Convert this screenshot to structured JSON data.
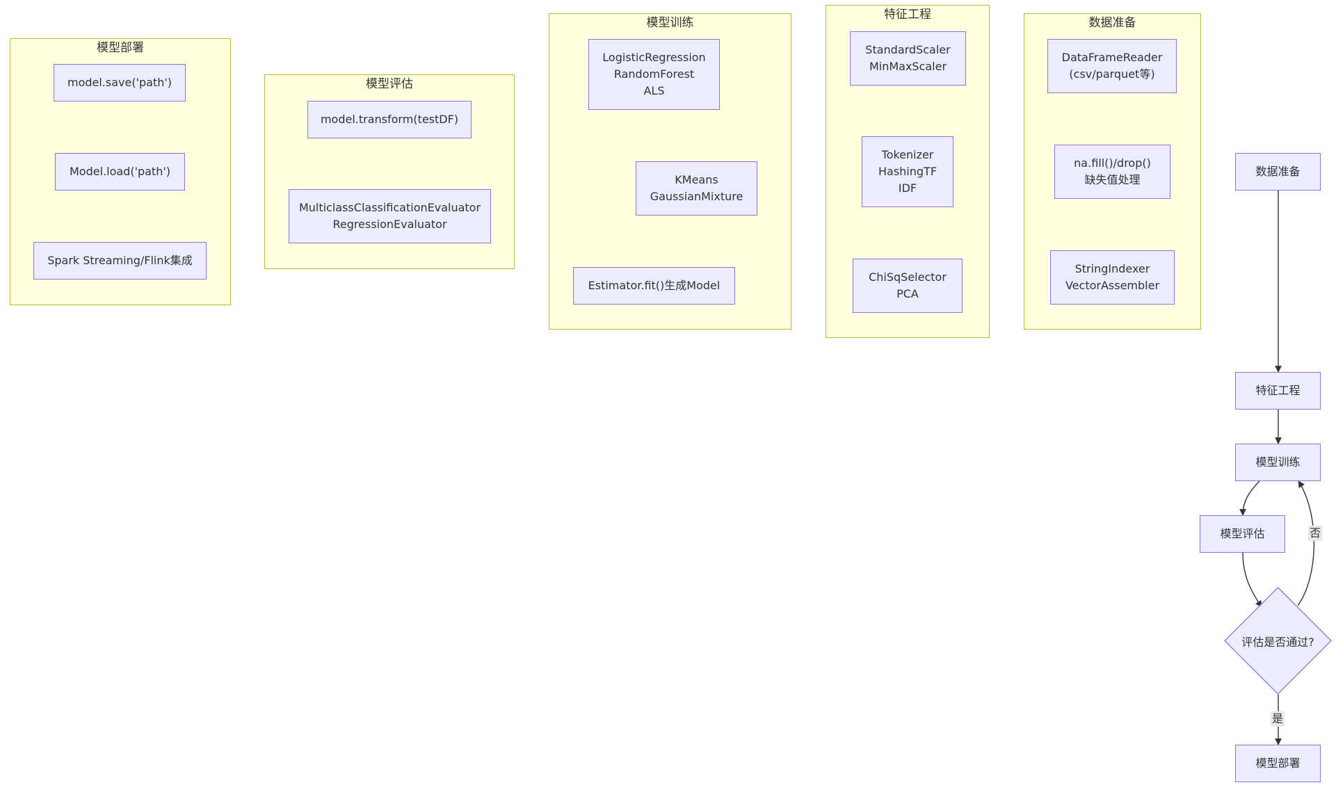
{
  "clusters": {
    "deploy": {
      "title": "模型部署",
      "nodes": [
        "model.save('path')",
        "Model.load('path')",
        "Spark Streaming/Flink集成"
      ]
    },
    "evaluate": {
      "title": "模型评估",
      "nodes": [
        "model.transform(testDF)",
        "MulticlassClassificationEvaluator\nRegressionEvaluator"
      ]
    },
    "train": {
      "title": "模型训练",
      "nodes": [
        "LogisticRegression\nRandomForest\nALS",
        "KMeans\nGaussianMixture",
        "Estimator.fit()生成Model"
      ]
    },
    "feature": {
      "title": "特征工程",
      "nodes": [
        "StandardScaler\nMinMaxScaler",
        "Tokenizer\nHashingTF\nIDF",
        "ChiSqSelector\nPCA"
      ]
    },
    "data": {
      "title": "数据准备",
      "nodes": [
        "DataFrameReader\n(csv/parquet等)",
        "na.fill()/drop()\n缺失值处理",
        "StringIndexer\nVectorAssembler"
      ]
    }
  },
  "flow": {
    "nodes": [
      "数据准备",
      "特征工程",
      "模型训练",
      "模型评估"
    ],
    "decision": "评估是否通过?",
    "final": "模型部署",
    "label_no": "否",
    "label_yes": "是"
  },
  "colors": {
    "cluster_fill": "#ffffde",
    "cluster_border": "#b8b844",
    "node_fill": "#ececff",
    "node_border": "#9370db",
    "edge": "#333333",
    "label_bg": "#e8e8e8"
  }
}
